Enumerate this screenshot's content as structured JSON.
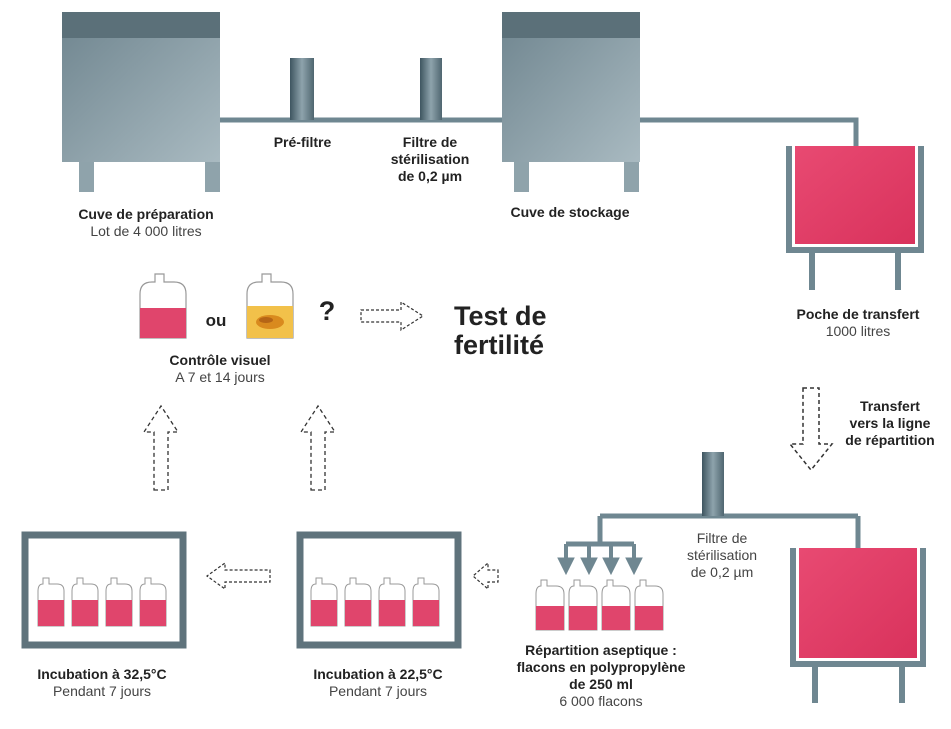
{
  "colors": {
    "steel": "#6f8791",
    "steel_dark": "#4a5f69",
    "frame": "#5f737c",
    "pink": "#e0456c",
    "yellow": "#f2c14a"
  },
  "tanks": {
    "prep": {
      "name": "Cuve de préparation",
      "detail": "Lot de 4 000 litres"
    },
    "storage": {
      "name": "Cuve de stockage"
    }
  },
  "filters": {
    "prefilter": "Pré-filtre",
    "sterile_top": [
      "Filtre de",
      "stérilisation",
      "de 0,2 µm"
    ],
    "sterile_bottom": [
      "Filtre de",
      "stérilisation",
      "de 0,2 µm"
    ]
  },
  "bag": {
    "name": "Poche de transfert",
    "detail": "1000 litres"
  },
  "transfer": [
    "Transfert",
    "vers la ligne",
    "de répartition"
  ],
  "control": {
    "or": "ou",
    "question": "?",
    "name": "Contrôle visuel",
    "detail": "A 7 et 14 jours"
  },
  "fertility": [
    "Test de",
    "fertilité"
  ],
  "incubation1": {
    "name": "Incubation à 32,5°C",
    "detail": "Pendant 7 jours"
  },
  "incubation2": {
    "name": "Incubation à 22,5°C",
    "detail": "Pendant 7 jours"
  },
  "distribution": {
    "lines": [
      "Répartition aseptique :",
      "flacons en polypropylène",
      "de 250 ml"
    ],
    "detail": "6 000 flacons"
  }
}
